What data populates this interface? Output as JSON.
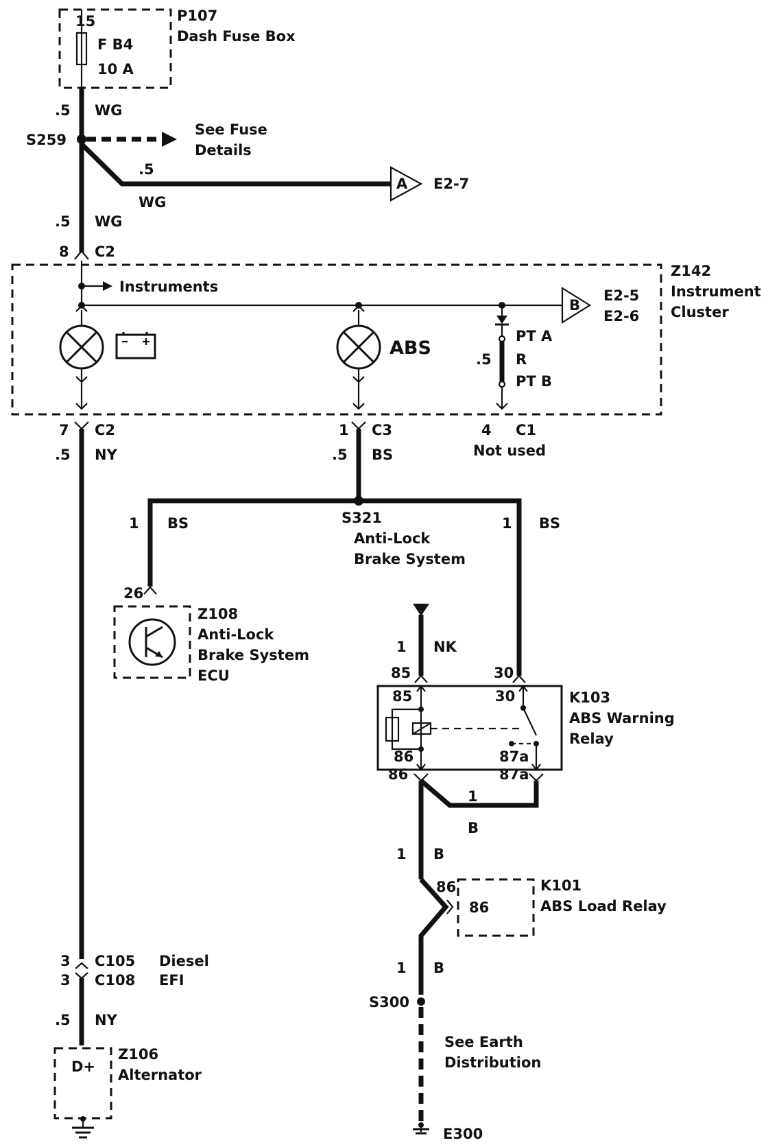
{
  "components": {
    "p107": {
      "id": "P107",
      "name": "Dash Fuse Box",
      "pin": "15",
      "fuse": "F B4",
      "rating": "10 A"
    },
    "z142": {
      "id": "Z142",
      "name_line1": "Instrument",
      "name_line2": "Cluster"
    },
    "z108": {
      "id": "Z108",
      "line1": "Anti-Lock",
      "line2": "Brake System",
      "line3": "ECU"
    },
    "k103": {
      "id": "K103",
      "line1": "ABS Warning",
      "line2": "Relay"
    },
    "k101": {
      "id": "K101",
      "name": "ABS Load Relay",
      "pin": "86"
    },
    "z106": {
      "id": "Z106",
      "name": "Alternator",
      "terminal": "D+"
    }
  },
  "splices": {
    "s259": "S259",
    "s321": "S321",
    "s321_desc_line1": "Anti-Lock",
    "s321_desc_line2": "Brake System",
    "s300": "S300"
  },
  "notes": {
    "fuse_details_line1": "See Fuse",
    "fuse_details_line2": "Details",
    "instruments": "Instruments",
    "abs_lamp": "ABS",
    "earth_line1": "See Earth",
    "earth_line2": "Distribution",
    "not_used": "Not used",
    "diesel": "Diesel",
    "efi": "EFI"
  },
  "offpage": {
    "a_letter": "A",
    "a_ref": "E2-7",
    "b_letter": "B",
    "b_ref1": "E2-5",
    "b_ref2": "E2-6"
  },
  "pt": {
    "a": "PT A",
    "b": "PT B"
  },
  "earth": {
    "e300": "E300"
  },
  "wires": {
    "size_05": ".5",
    "size_1": "1",
    "wg": "WG",
    "ny": "NY",
    "bs": "BS",
    "nk": "NK",
    "b": "B",
    "r": "R"
  },
  "connectors": {
    "c2": "C2",
    "c3": "C3",
    "c1": "C1",
    "c105": "C105",
    "c108": "C108",
    "pin_8": "8",
    "pin_7": "7",
    "pin_1": "1",
    "pin_4": "4",
    "pin_26": "26",
    "pin_3": "3",
    "pin_85": "85",
    "pin_86": "86",
    "pin_30": "30",
    "pin_87a": "87a"
  }
}
